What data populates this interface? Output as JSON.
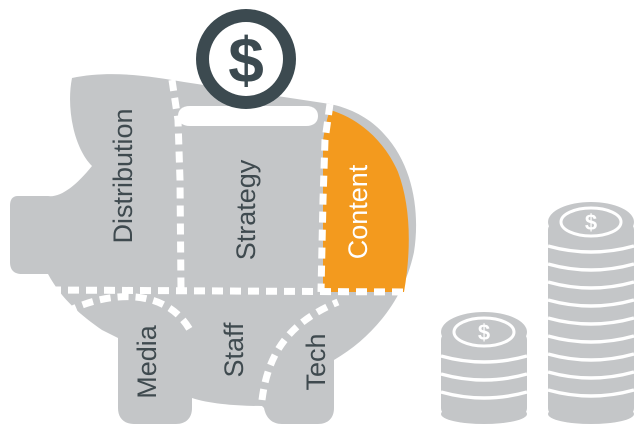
{
  "diagram": {
    "segments": [
      {
        "id": "distribution",
        "label": "Distribution",
        "highlighted": false
      },
      {
        "id": "strategy",
        "label": "Strategy",
        "highlighted": false
      },
      {
        "id": "content",
        "label": "Content",
        "highlighted": true
      },
      {
        "id": "media",
        "label": "Media",
        "highlighted": false
      },
      {
        "id": "staff",
        "label": "Staff",
        "highlighted": false
      },
      {
        "id": "tech",
        "label": "Tech",
        "highlighted": false
      }
    ],
    "coin_symbol": "$",
    "icons": [
      "piggy-bank-icon",
      "dollar-coin-icon",
      "coin-stack-icon"
    ],
    "colors": {
      "body": "#c4c6c8",
      "highlight": "#f39a1e",
      "label": "#3f4a4f",
      "coin": "#3c4a50",
      "seam": "#ffffff"
    }
  }
}
